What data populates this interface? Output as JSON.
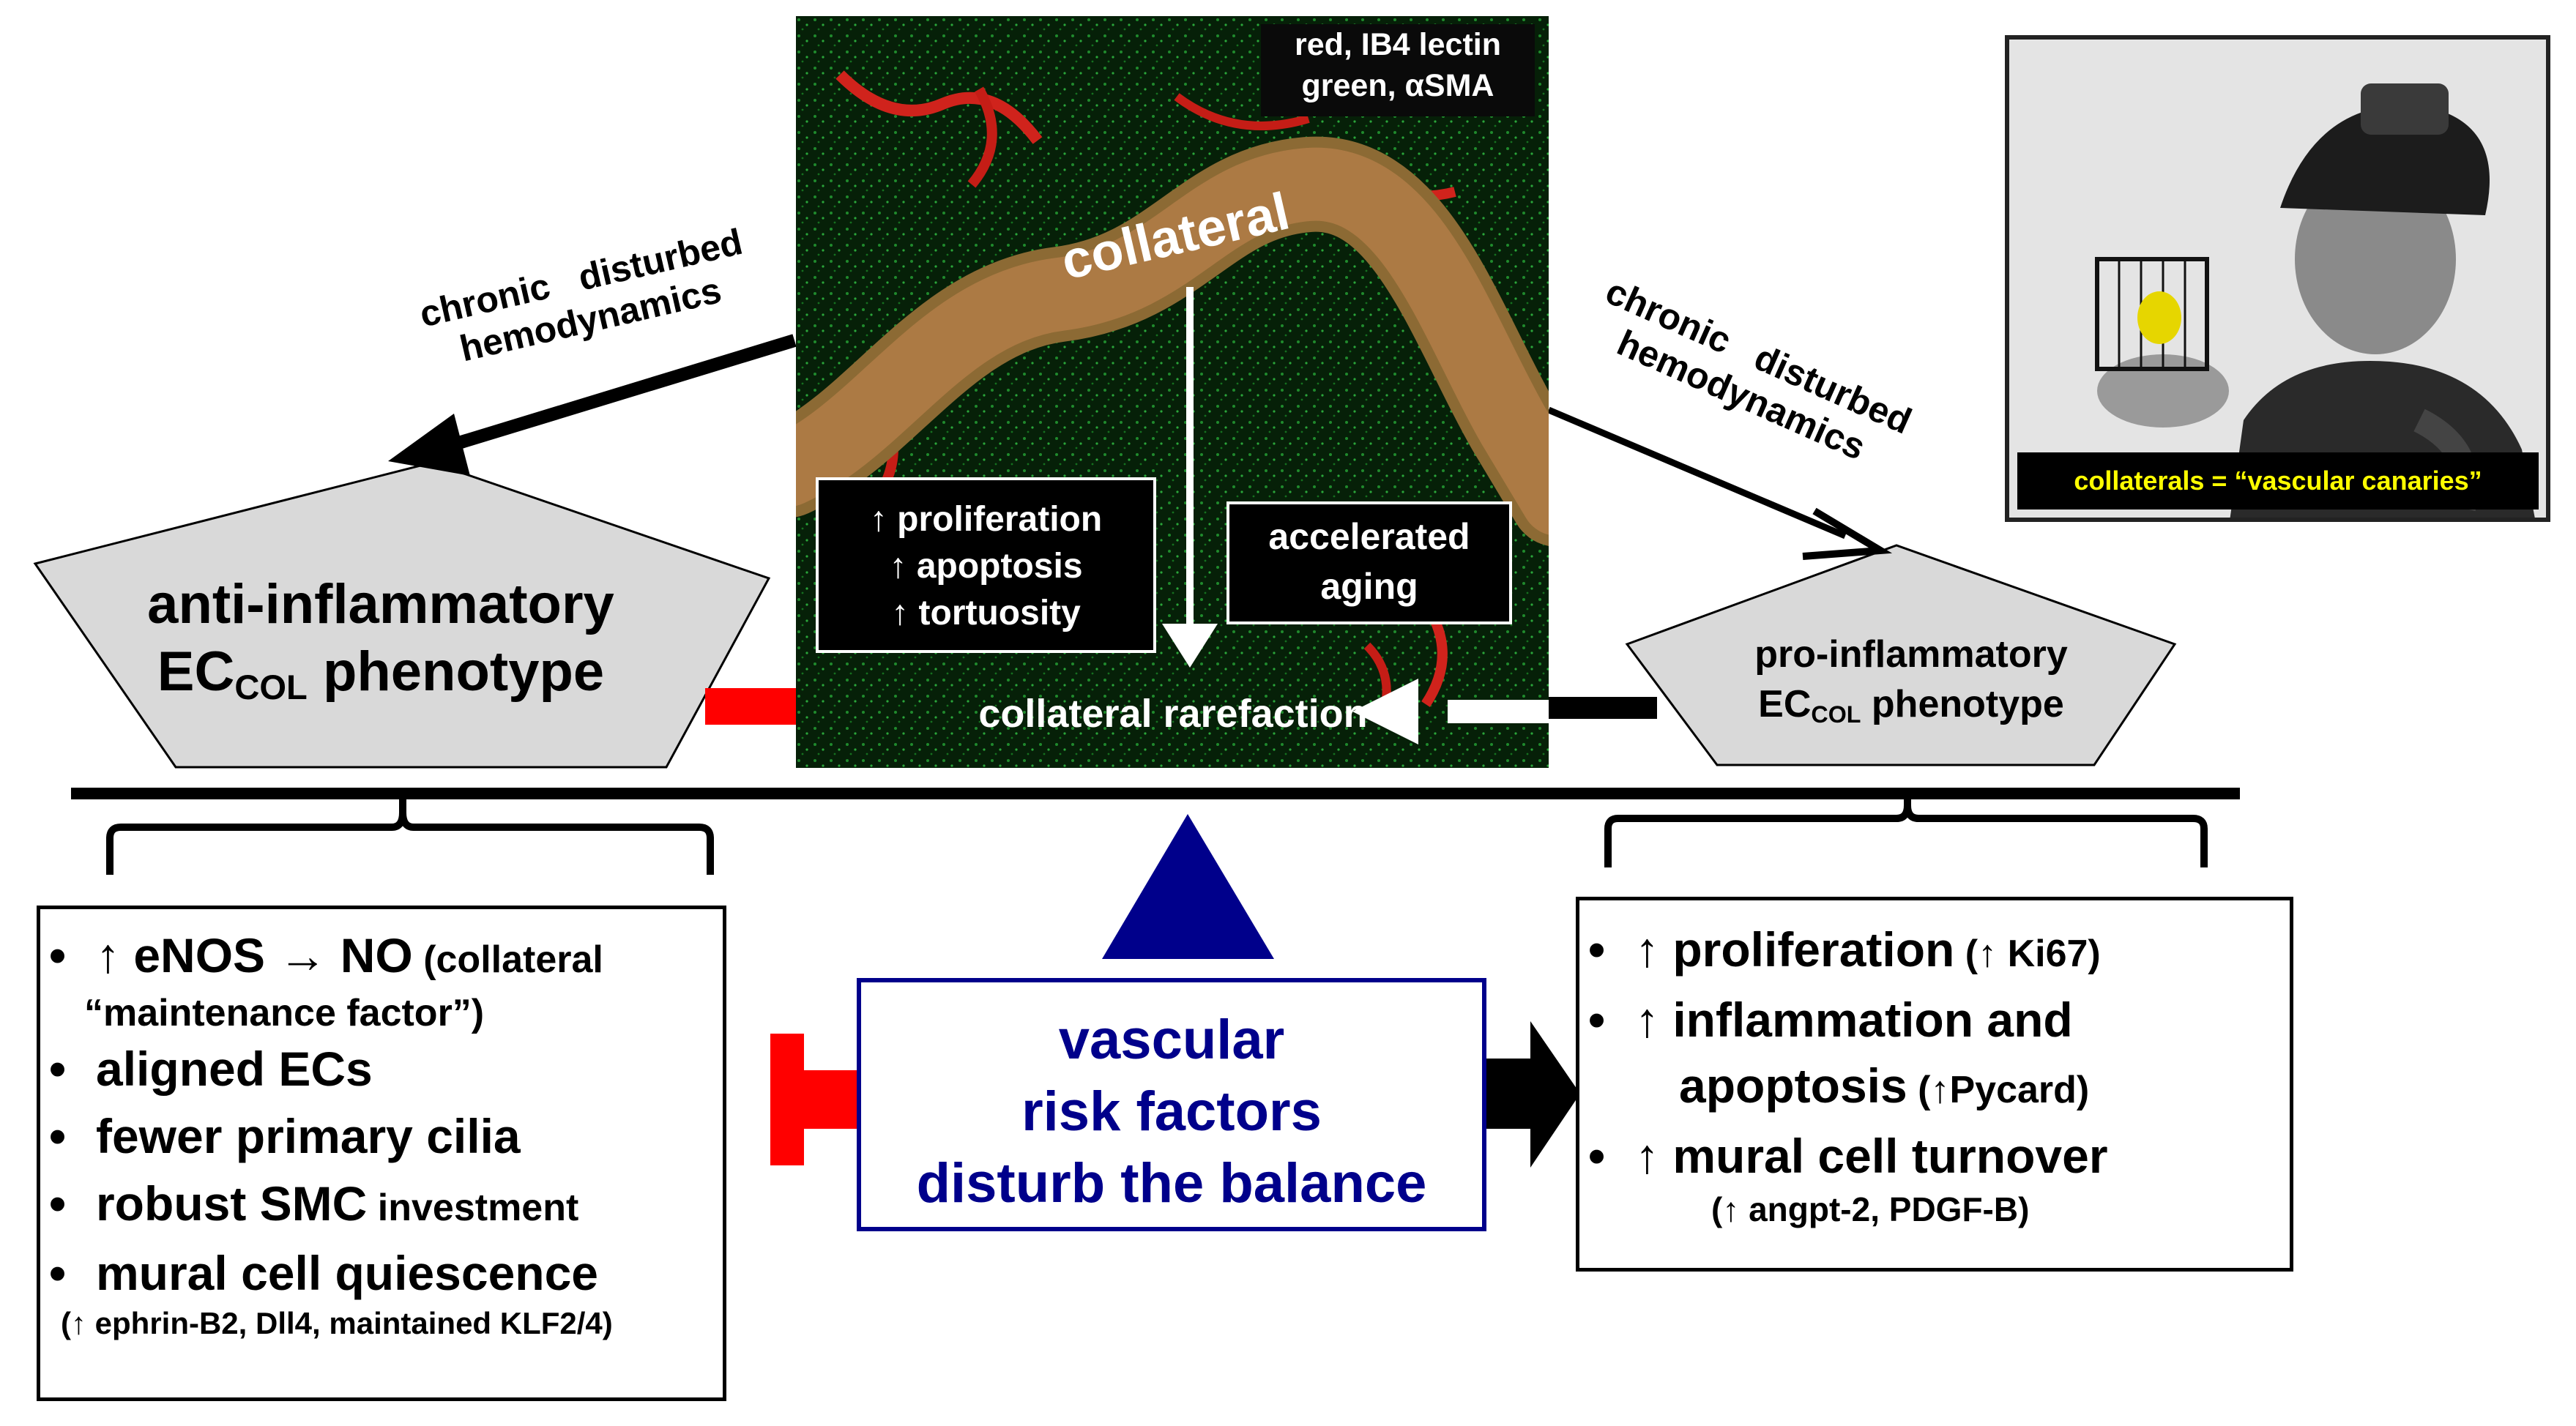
{
  "micrograph": {
    "legend_line1": "red, IB4 lectin",
    "legend_line2": "green, αSMA",
    "collateral_label": "collateral",
    "box_left_lines": [
      "↑ proliferation",
      "↑ apoptosis",
      "↑ tortuosity"
    ],
    "box_right_lines": [
      "accelerated",
      "aging"
    ],
    "rarefaction_label": "collateral rarefaction"
  },
  "arrows": {
    "left_label_line1": "chronic   disturbed",
    "left_label_line2": "hemodynamics",
    "right_label_line1": "chronic   disturbed",
    "right_label_line2": "hemodynamics"
  },
  "photo": {
    "caption": "collaterals = “vascular canaries”"
  },
  "left_pentagon": {
    "line1": "anti-inflammatory",
    "ec": "EC",
    "ec_sub": "COL",
    "line2_rest": " phenotype"
  },
  "right_pentagon": {
    "line1": "pro-inflammatory",
    "ec": "EC",
    "ec_sub": "COL",
    "line2_rest": " phenotype"
  },
  "center_box": {
    "lines": [
      "vascular",
      "risk factors",
      "disturb the balance"
    ]
  },
  "left_list": {
    "item1_main": "↑ eNOS → NO",
    "item1_paren": " (collateral",
    "item1_cont": "“maintenance factor”)",
    "item2": "aligned ECs",
    "item3": "fewer primary cilia",
    "item4_main": "robust SMC",
    "item4_small": " investment",
    "item5": "mural cell quiescence",
    "item5_note": "(↑ ephrin-B2, Dll4, maintained KLF2/4)"
  },
  "right_list": {
    "item1_main": "↑ proliferation",
    "item1_note": " (↑ Ki67)",
    "item2_line1": "↑ inflammation and",
    "item2_line2_main": "apoptosis",
    "item2_line2_note": " (↑Pycard)",
    "item3": "↑ mural cell turnover",
    "item3_note": "(↑ angpt-2, PDGF-B)"
  },
  "colors": {
    "blue": "#00008b",
    "red": "#ff0000",
    "pentagon_fill": "#d9d9d9",
    "caption_text": "#ffff00"
  }
}
